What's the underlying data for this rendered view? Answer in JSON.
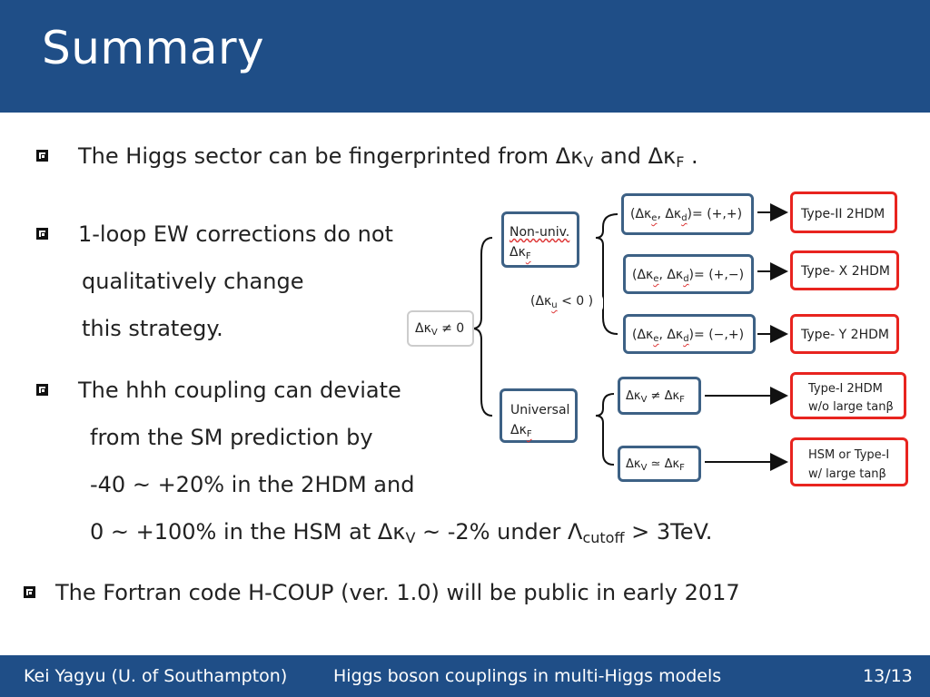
{
  "slide": {
    "title": "Summary",
    "bullets": {
      "b1": {
        "pre": "The Higgs sector can be fingerprinted from Δκ",
        "sub1": "V",
        "mid": " and Δκ",
        "sub2": "F",
        "post": " ."
      },
      "b2": {
        "line1": "1-loop EW corrections do not",
        "line2": "qualitatively change",
        "line3": "this strategy."
      },
      "b3": {
        "line1": "The hhh coupling can deviate",
        "line2": "from the SM prediction by",
        "line3": "-40 ~ +20% in the 2HDM and",
        "line4_pre": "0  ~ +100% in the HSM at Δκ",
        "line4_sub": "V",
        "line4_mid": " ~ -2% under Λ",
        "line4_sub2": "cutoff",
        "line4_post": " > 3TeV."
      },
      "b4": {
        "text": "The Fortran code H-COUP (ver. 1.0) will be public in early 2017"
      }
    }
  },
  "diagram": {
    "root": {
      "pre": "Δκ",
      "sub": "V",
      "post": " ≠  0"
    },
    "nonuniv": {
      "line1": "Non-univ.",
      "pre": "Δκ",
      "sub": "F"
    },
    "universal": {
      "line1": "Universal",
      "pre": "Δκ",
      "sub": "F"
    },
    "cond": {
      "pre": "(Δκ",
      "sub": "u",
      "post": " < 0 )"
    },
    "sign1": {
      "a": "(Δκ",
      "as": "e",
      "b": ", Δκ",
      "bs": "d",
      "c": ")= (+,+)"
    },
    "sign2": {
      "a": "(Δκ",
      "as": "e",
      "b": ", Δκ",
      "bs": "d",
      "c": ")= (+,−)"
    },
    "sign3": {
      "a": "(Δκ",
      "as": "e",
      "b": ", Δκ",
      "bs": "d",
      "c": ")= (−,+)"
    },
    "neq": {
      "a": "Δκ",
      "as": "V",
      "b": " ≠ Δκ",
      "bs": "F"
    },
    "approx": {
      "a": "Δκ",
      "as": "V",
      "b": " ≃ Δκ",
      "bs": "F"
    },
    "typeII": "Type-II 2HDM",
    "typeX": "Type- X  2HDM",
    "typeY": "Type- Y  2HDM",
    "typeI": {
      "line1": "Type-I 2HDM",
      "line2": "w/o large tanβ"
    },
    "hsm": {
      "line1": "HSM or Type-I",
      "line2": "w/ large tanβ"
    }
  },
  "footer": {
    "author": "Kei Yagyu (U. of Southampton)",
    "talk": "Higgs boson couplings in multi-Higgs models",
    "page": "13/13"
  }
}
